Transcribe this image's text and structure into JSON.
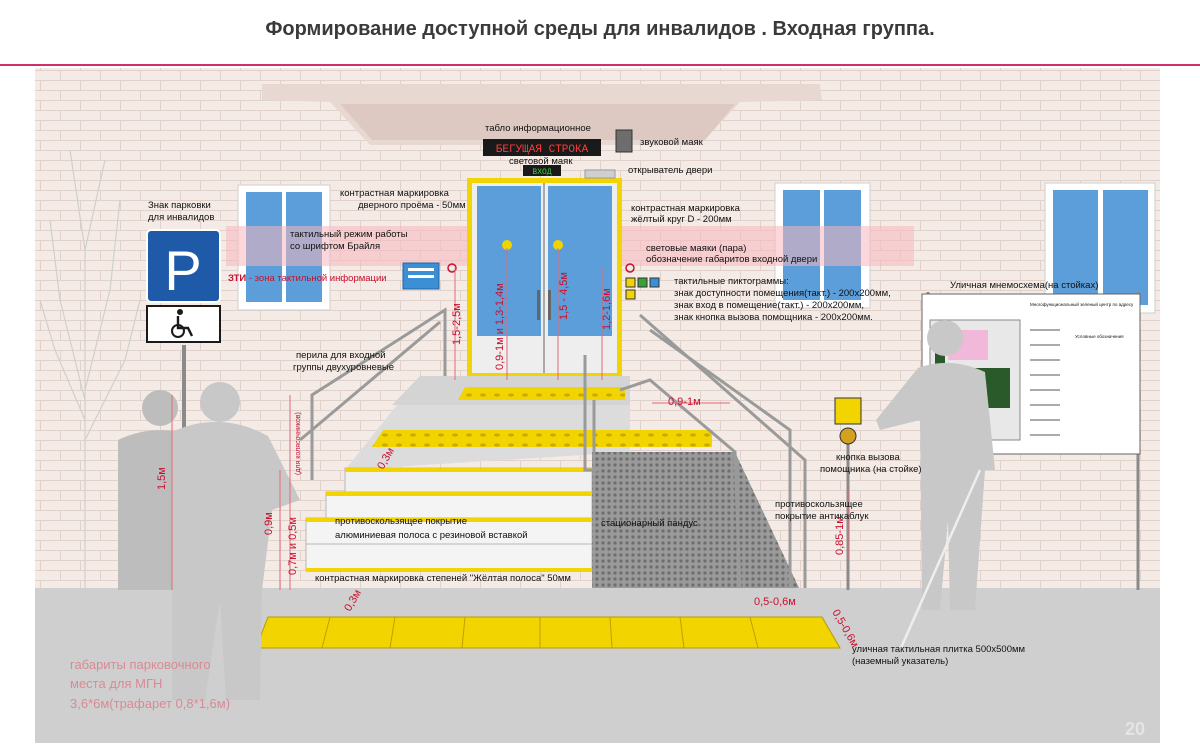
{
  "title": "Формирование доступной среды для инвалидов . Входная группа.",
  "colors": {
    "accent_rule": "#d0306a",
    "tactile_yellow": "#f2d400",
    "dimension_red": "#c8102e",
    "parking_blue": "#1f5aa8"
  },
  "signs": {
    "parking_letter": "P",
    "running_line": "БЕГУЩАЯ СТРОКА",
    "entrance": "ВХОД"
  },
  "labels": {
    "info_board": "табло информационное",
    "light_beacon": "световой маяк",
    "sound_beacon": "звуковой маяк",
    "door_opener": "открыватель двери",
    "door_marking_1": "контрастная маркировка",
    "door_marking_2": "дверного проёма - 50мм",
    "yellow_circle_1": "контрастная маркировка",
    "yellow_circle_2": "жёлтый круг D - 200мм",
    "beacons_pair_1": "световые маяки (пара)",
    "beacons_pair_2": "обозначение габаритов входной двери",
    "pictograms_1": "тактильные пиктограммы:",
    "pictograms_2": "знак доступности помещения(такт.) - 200х200мм,",
    "pictograms_3": "знак вход в помещение(такт.) - 200х200мм,",
    "pictograms_4": "знак кнопка вызова помощника - 200х200мм.",
    "parking_sign_1": "Знак парковки",
    "parking_sign_2": "для инвалидов",
    "braille_1": "тактильный режим работы",
    "braille_2": "со шрифтом Брайля",
    "zti": "ЗТИ",
    "zti_rest": " - зона тактильной информации",
    "railing_1": "перила для входной",
    "railing_2": "группы двухуровневые",
    "street_scheme": "Уличная мнемосхема(на стойках)",
    "call_button_1": "кнопка вызова",
    "call_button_2": "помощника (на стойке)",
    "anti_slip_heel_1": "противоскользящее",
    "anti_slip_heel_2": "покрытие антикаблук",
    "ramp": "стационарный пандус",
    "anti_slip_1": "противоскользящее покрытие",
    "anti_slip_2": "алюминиевая полоса с резиновой вставкой",
    "step_marking": "контрастная маркировка степеней \"Жёлтая полоса\" 50мм",
    "tile_1": "уличная тактильная плитка 500х500мм",
    "tile_2": "(наземный указатель)",
    "parking_dims_1": "габариты парковочного",
    "parking_dims_2": "места для МГН",
    "parking_dims_3": "3,6*6м(трафарет 0,8*1,6м)",
    "watermark": "20"
  },
  "dimensions": {
    "d_15_2": "1,5-2,5м",
    "d_09_1_13_14": "0,9-1м и 1,3-1,4м",
    "d_15_45": "1,5 - 4,5м",
    "d_12_16": "1,2-1,6м",
    "d_09_1_ramp": "0,9-1м",
    "d_15m": "1,5м",
    "d_09m": "0,9м",
    "d_07_05": "0,7м и 0,5м",
    "d_085": "0,85-1м",
    "d_05_06_a": "0,5-0,6м",
    "d_05_06_b": "0,5-0,6м",
    "d_03m": "0,3м",
    "d_03m_b": "0,3м",
    "d_handrail": "(для колясочников)"
  },
  "street_scheme_panel": {
    "header": "Многофункциональный зеленый центр по адресу",
    "legend_title": "Условные обозначения"
  }
}
